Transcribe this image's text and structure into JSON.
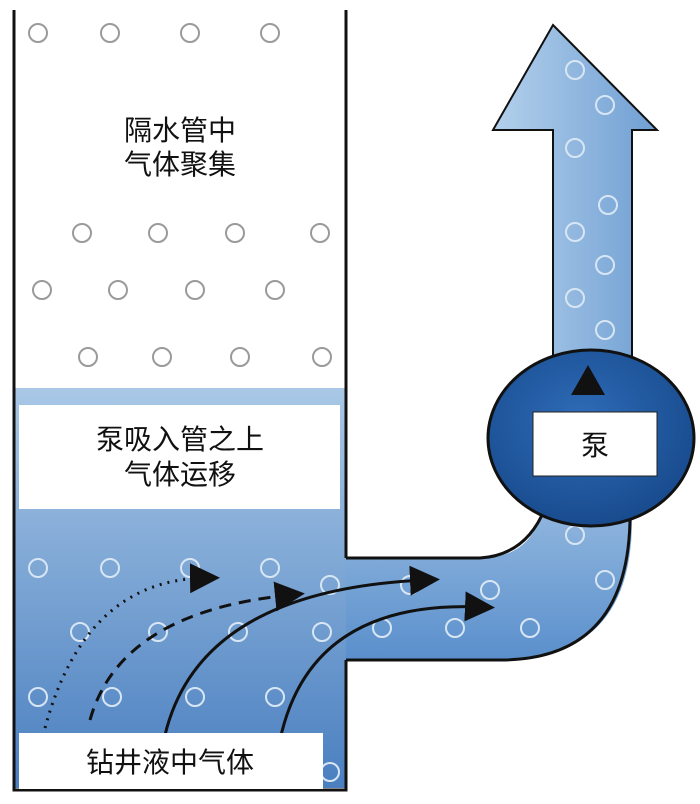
{
  "labels": {
    "riser_gas": [
      "隔水管中",
      "气体聚集"
    ],
    "above_pump_inlet": [
      "泵吸入管之上",
      "气体运移"
    ],
    "pump": "泵",
    "drilling_fluid_gas": "钻井液中气体"
  },
  "colors": {
    "fluid_light": "#a8c8e8",
    "fluid_mid": "#6e9fd2",
    "fluid_dark": "#3c6fae",
    "pump_dark": "#1f5aa3",
    "outline": "#111111"
  }
}
